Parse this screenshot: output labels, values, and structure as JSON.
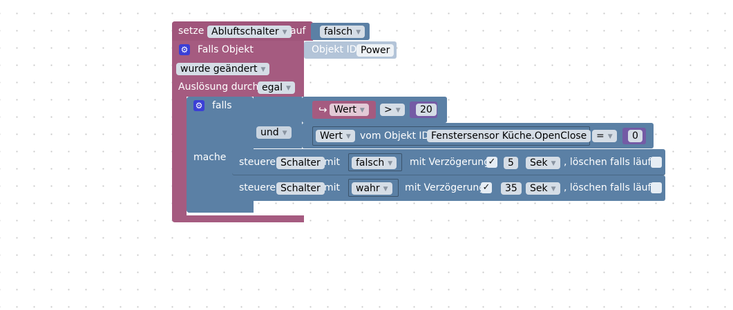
{
  "colors": {
    "event_block": "#a55b80",
    "logic_block": "#5b80a5",
    "value_block": "#745ba5",
    "text_on_dark": "#ffffff",
    "field_bg": "#d5dde6"
  },
  "setze_block": {
    "label": "setze",
    "variable": "Abluftschalter",
    "to_label": "auf",
    "value": "falsch"
  },
  "trigger": {
    "gear_icon": "gear-icon",
    "label": "Falls Objekt",
    "object_id_label": "Objekt ID",
    "object_id_value": "Power",
    "condition": "wurde geändert",
    "trigger_label": "Auslösung durch",
    "trigger_value": "egal"
  },
  "if_block": {
    "gear_icon": "gear-icon",
    "label": "falls",
    "and_label": "und",
    "do_label": "mache",
    "condition1": {
      "icon": "arrow-return-icon",
      "field": "Wert",
      "operator": ">",
      "number": "20"
    },
    "condition2": {
      "field": "Wert",
      "middle_label": "vom Objekt ID",
      "object_id": "Fenstersensor Küche.OpenClose",
      "operator": "=",
      "number": "0"
    }
  },
  "actions": [
    {
      "label": "steuere",
      "target": "Schalter",
      "with_label": "mit",
      "value": "falsch",
      "delay_label": "mit Verzögerung",
      "delay_checked": "✓",
      "delay": "5",
      "unit": "Sek",
      "clear_label": ", löschen falls läuft"
    },
    {
      "label": "steuere",
      "target": "Schalter",
      "with_label": "mit",
      "value": "wahr",
      "delay_label": "mit Verzögerung",
      "delay_checked": "✓",
      "delay": "35",
      "unit": "Sek",
      "clear_label": ", löschen falls läuft"
    }
  ]
}
